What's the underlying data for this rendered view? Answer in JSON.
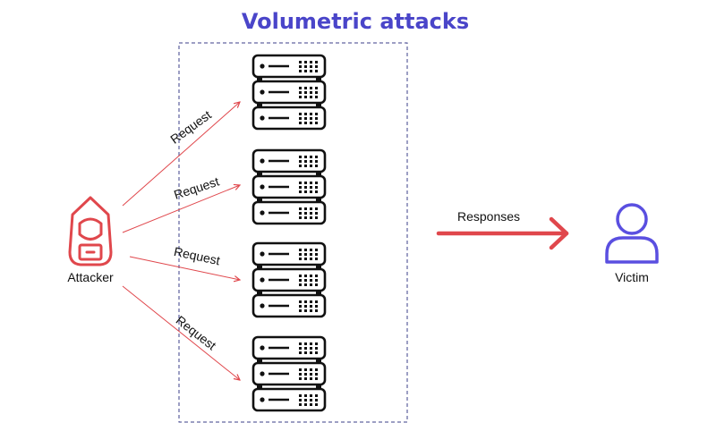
{
  "title": "Volumetric attacks",
  "attacker_label": "Attacker",
  "victim_label": "Victim",
  "request_labels": [
    "Request",
    "Request",
    "Request",
    "Request"
  ],
  "responses_label": "Responses",
  "colors": {
    "title": "#4a45c9",
    "attacker": "#e0474c",
    "victim": "#5a4fe0",
    "arrow": "#e0474c",
    "dashed_box": "#3b3f8a",
    "server": "#111111"
  },
  "icons": {
    "attacker": "hooded-hacker-icon",
    "victim": "user-icon",
    "server": "server-rack-icon"
  },
  "server_count": 4
}
